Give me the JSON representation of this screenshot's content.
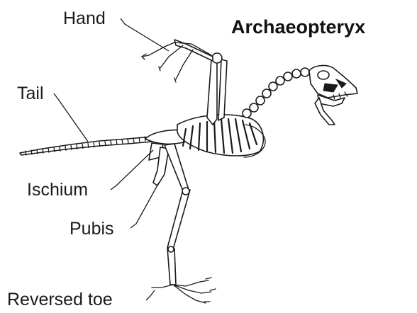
{
  "title": "Archaeopteryx",
  "labels": {
    "hand": "Hand",
    "tail": "Tail",
    "ischium": "Ischium",
    "pubis": "Pubis",
    "reversed_toe": "Reversed toe"
  },
  "colors": {
    "ink": "#1a1a1a",
    "background": "#ffffff"
  }
}
